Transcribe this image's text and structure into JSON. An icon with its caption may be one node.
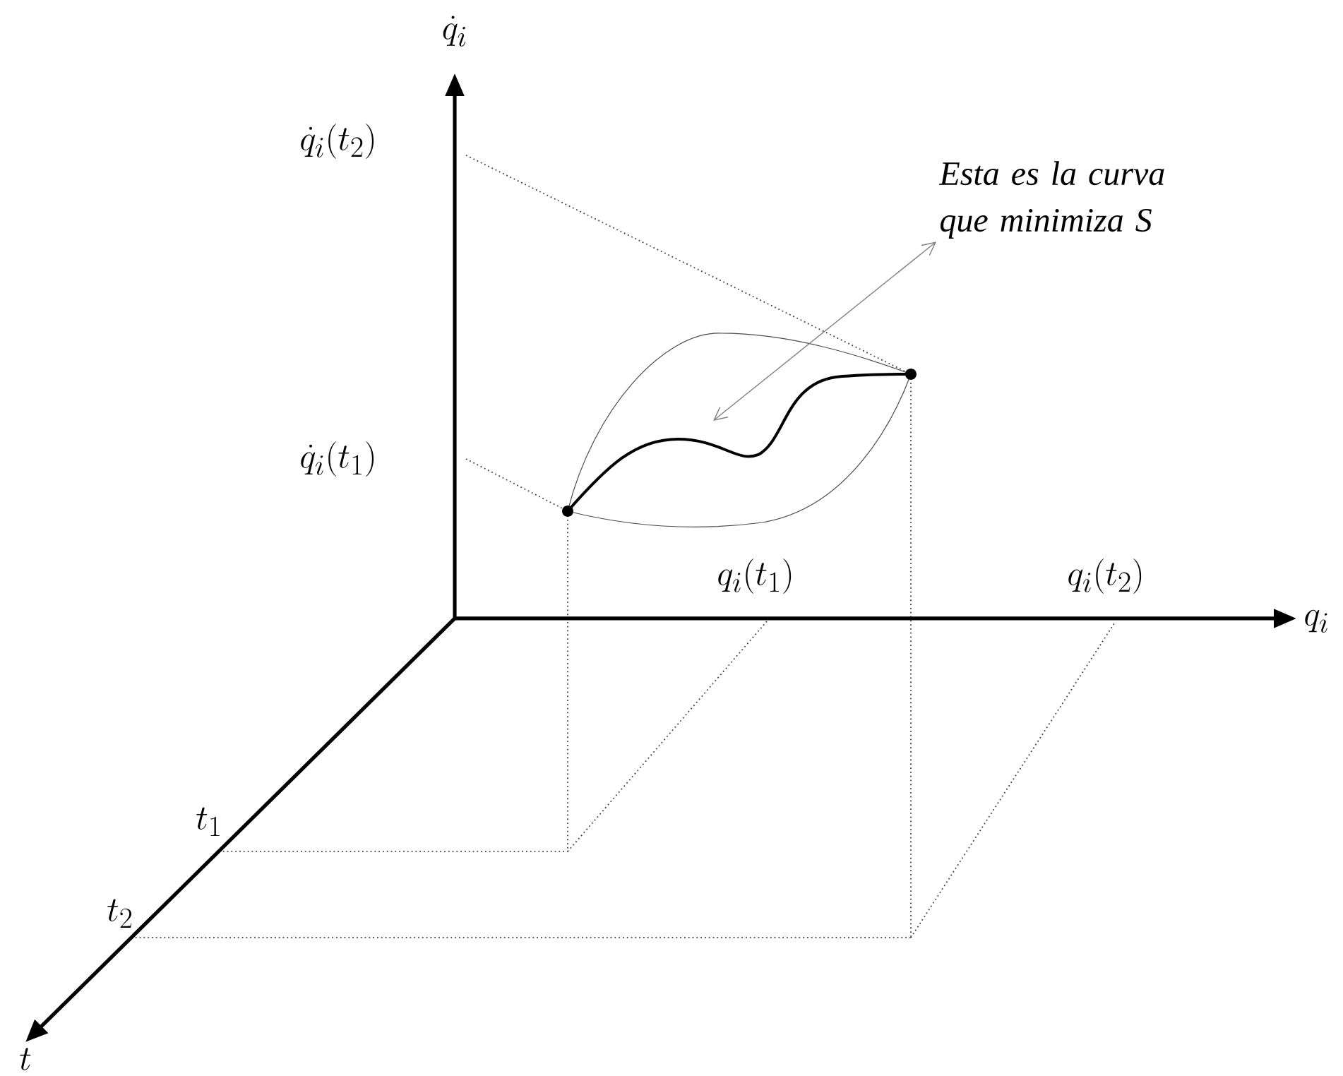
{
  "diagram": {
    "nodes": [
      {
        "text": [
          "Esta es la curva que minimiza S"
        ]
      },
      {
        "text": [],
        "shape": "curve"
      }
    ],
    "edges": [
      {
        "from": 0,
        "to": 1,
        "arrow": "both",
        "color": "#808080"
      }
    ],
    "labels": [
      "\\dot{q}_i",
      "\\dot{q}_i(t_2)",
      "\\dot{q}_i(t_1)",
      "q_i(t_1)",
      "q_i(t_2)",
      "q_i",
      "t_1",
      "t_2",
      "t"
    ]
  }
}
